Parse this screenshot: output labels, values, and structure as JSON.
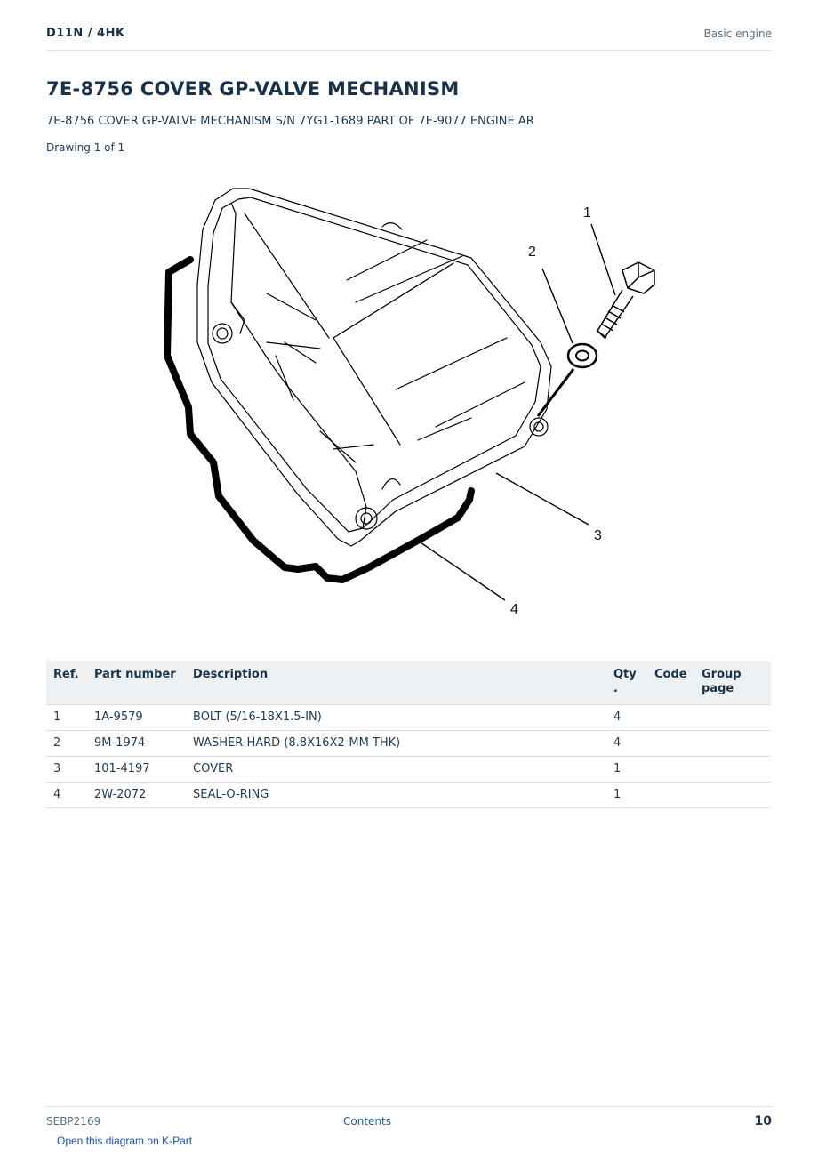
{
  "header": {
    "model": "D11N  /  4HK",
    "section": "Basic engine"
  },
  "title": "7E-8756 COVER GP-VALVE MECHANISM",
  "subtitle": "7E-8756 COVER GP-VALVE MECHANISM S/N 7YG1-1689 PART OF 7E-9077 ENGINE AR",
  "drawing_count": "Drawing 1 of 1",
  "diagram": {
    "callouts": [
      "1",
      "2",
      "3",
      "4"
    ]
  },
  "table": {
    "headers": {
      "ref": "Ref.",
      "part_number": "Part number",
      "description": "Description",
      "qty": "Qty .",
      "code": "Code",
      "group_page": "Group page"
    },
    "rows": [
      {
        "ref": "1",
        "part_number": "1A-9579",
        "description": "BOLT (5/16-18X1.5-IN)",
        "qty": "4",
        "code": "",
        "group_page": ""
      },
      {
        "ref": "2",
        "part_number": "9M-1974",
        "description": "WASHER-HARD (8.8X16X2-MM THK)",
        "qty": "4",
        "code": "",
        "group_page": ""
      },
      {
        "ref": "3",
        "part_number": "101-4197",
        "description": "COVER",
        "qty": "1",
        "code": "",
        "group_page": ""
      },
      {
        "ref": "4",
        "part_number": "2W-2072",
        "description": "SEAL-O-RING",
        "qty": "1",
        "code": "",
        "group_page": ""
      }
    ]
  },
  "footer": {
    "doc_id": "SEBP2169",
    "contents_link": "Contents",
    "page_number": "10",
    "kpart_link": "Open this diagram on K-Part"
  }
}
